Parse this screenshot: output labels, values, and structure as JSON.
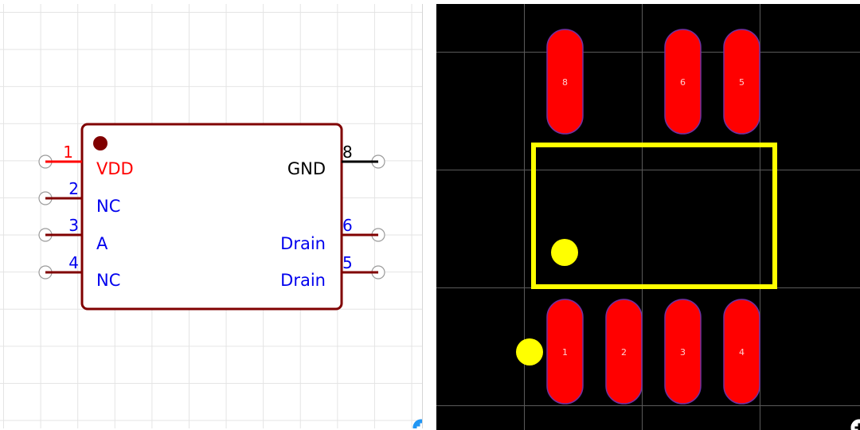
{
  "schematic": {
    "pins": [
      {
        "number": "1",
        "name": "VDD"
      },
      {
        "number": "2",
        "name": "NC"
      },
      {
        "number": "3",
        "name": "A"
      },
      {
        "number": "4",
        "name": "NC"
      },
      {
        "number": "8",
        "name": "GND"
      },
      {
        "number": "6",
        "name": "Drain"
      },
      {
        "number": "5",
        "name": "Drain"
      }
    ]
  },
  "pcb": {
    "pads": [
      {
        "label": "8"
      },
      {
        "label": "6"
      },
      {
        "label": "5"
      },
      {
        "label": "1"
      },
      {
        "label": "2"
      },
      {
        "label": "3"
      },
      {
        "label": "4"
      }
    ]
  },
  "controls": {
    "icons": [
      "recenter-icon",
      "zoom-out-icon",
      "zoom-in-icon"
    ]
  },
  "colors": {
    "body_outline": "#800000",
    "power_pin": "#ff0000",
    "signal_text": "#0000ee",
    "pcb_pad": "#ff0000",
    "pcb_silkscreen": "#ffff00",
    "control_blue": "#2196f3"
  }
}
